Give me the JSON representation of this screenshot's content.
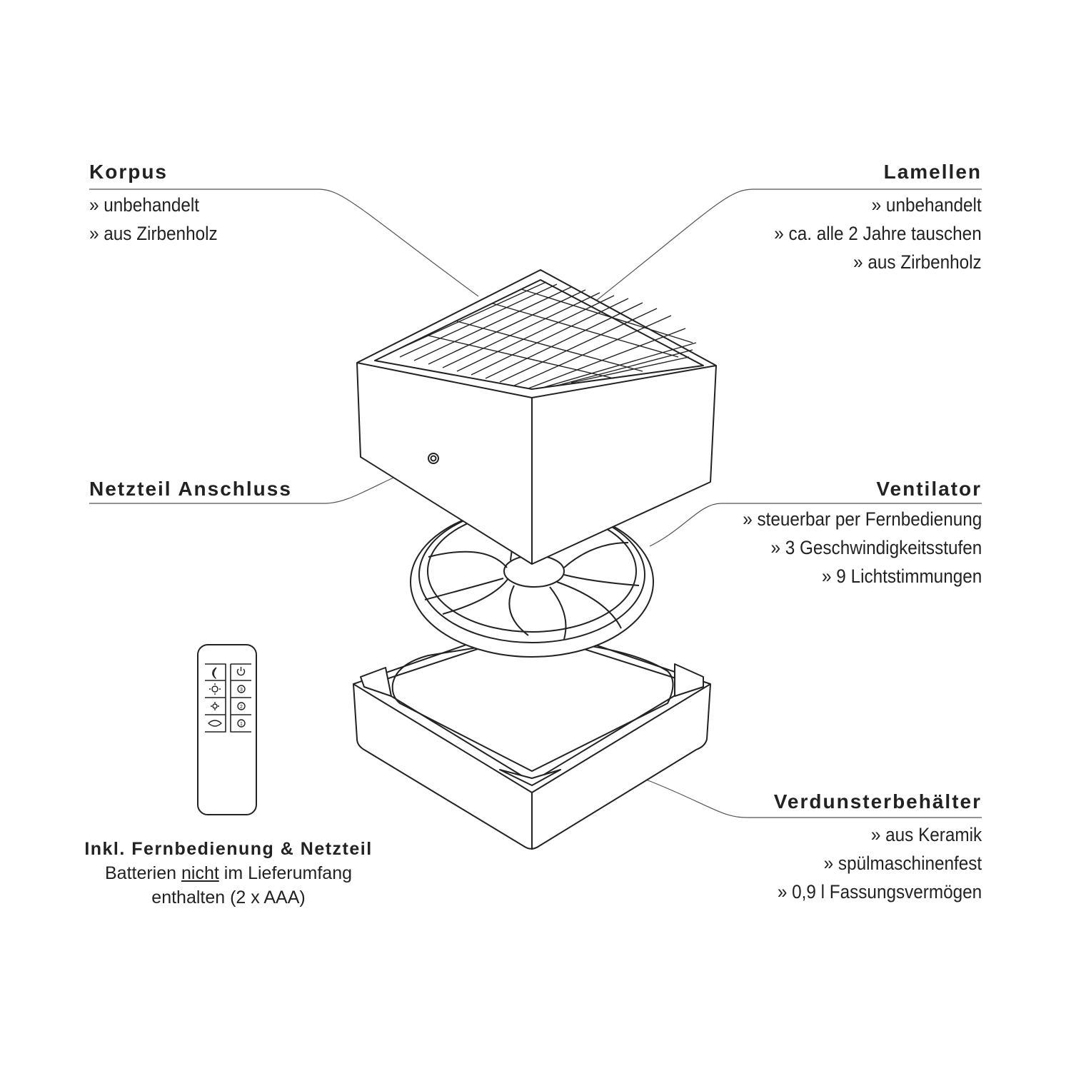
{
  "korpus": {
    "title": "Korpus",
    "lines": [
      "» unbehandelt",
      "» aus Zirbenholz"
    ]
  },
  "lamellen": {
    "title": "Lamellen",
    "lines": [
      "» unbehandelt",
      "» ca. alle 2 Jahre tauschen",
      "» aus Zirbenholz"
    ]
  },
  "netzteil": {
    "title": "Netzteil Anschluss"
  },
  "ventilator": {
    "title": "Ventilator",
    "lines": [
      "» steuerbar per Fernbedienung",
      "» 3 Geschwindigkeitsstufen",
      "» 9 Lichtstimmungen"
    ]
  },
  "verdunster": {
    "title": "Verdunsterbehälter",
    "lines": [
      "» aus Keramik",
      "» spülmaschinenfest",
      "» 0,9 l Fassungsvermögen"
    ]
  },
  "remote": {
    "title": "Inkl. Fernbedienung & Netzteil",
    "line1_pre": "Batterien ",
    "line1_underlined": "nicht",
    "line1_post": " im Lieferumfang",
    "line2": "enthalten (2 x AAA)",
    "buttons_left": [
      "moon-icon",
      "sun-large-icon",
      "sun-small-icon",
      "light-mode-icon"
    ],
    "buttons_right": [
      "power-icon",
      "speed-3",
      "speed-2",
      "speed-1"
    ],
    "speed_labels": [
      "3",
      "2",
      "1"
    ]
  },
  "colors": {
    "ink": "#222222",
    "line": "#555555"
  }
}
